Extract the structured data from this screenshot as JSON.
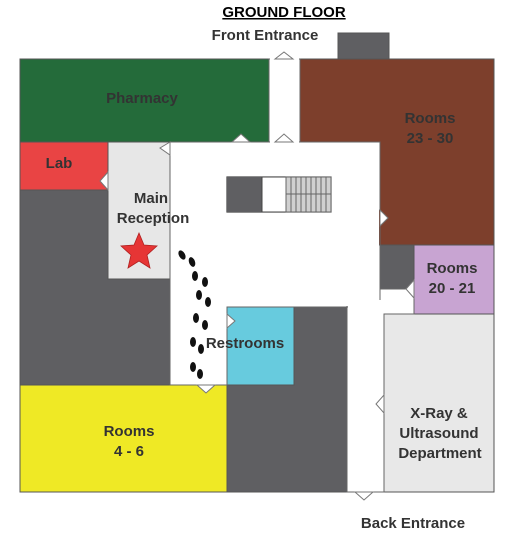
{
  "title": "GROUND FLOOR",
  "entrances": {
    "front": "Front Entrance",
    "back": "Back Entrance"
  },
  "rooms": {
    "pharmacy": "Pharmacy",
    "rooms_23_30": {
      "line1": "Rooms",
      "line2": "23 - 30"
    },
    "lab": "Lab",
    "main_reception": {
      "line1": "Main",
      "line2": "Reception"
    },
    "rooms_20_21": {
      "line1": "Rooms",
      "line2": "20 - 21"
    },
    "restrooms": "Restrooms",
    "rooms_4_6": {
      "line1": "Rooms",
      "line2": "4 - 6"
    },
    "xray": {
      "line1": "X-Ray &",
      "line2": "Ultrasound",
      "line3": "Department"
    }
  },
  "colors": {
    "pharmacy": "#246b3a",
    "rooms_23_30": "#7d3f2c",
    "lab": "#e94444",
    "reception": "#e7e7e7",
    "rooms_20_21": "#c8a4d2",
    "restrooms": "#67cbde",
    "rooms_4_6": "#efe925",
    "xray": "#e8e8e8",
    "unlabeled_area": "#5f5f62",
    "star": "#e63535",
    "hallway": "#ffffff"
  },
  "icons": {
    "star": "star-icon",
    "footprints": "footprints-icon",
    "stairs": "stairs-icon"
  }
}
